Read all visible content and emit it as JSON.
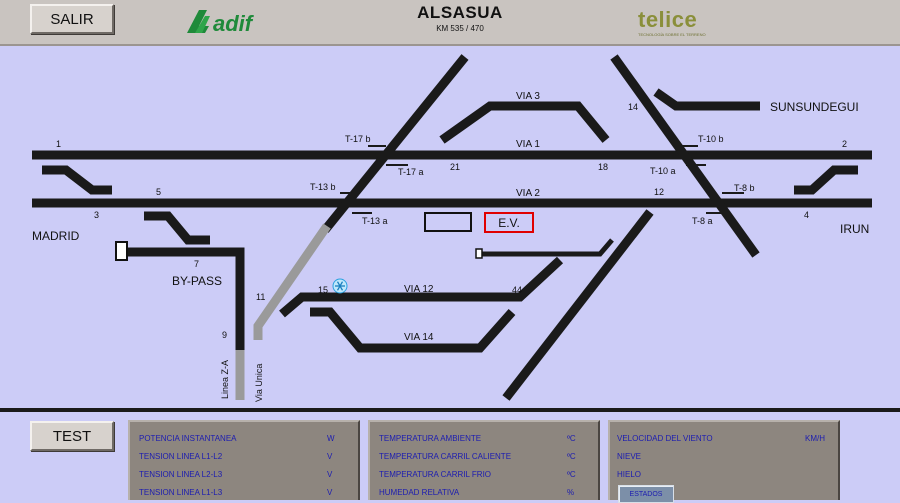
{
  "header": {
    "salir_label": "SALIR",
    "adif_logo_text": "adif",
    "station_name": "ALSASUA",
    "km": "KM 535 / 470",
    "telice_logo_text": "telice",
    "telice_tagline": "TECNOLOGÍA SOBRE EL TERRENO"
  },
  "map": {
    "labels": {
      "via3": "VIA 3",
      "via1": "VIA 1",
      "via2": "VIA 2",
      "via12": "VIA 12",
      "via14": "VIA 14",
      "sunsundegui": "SUNSUNDEGUI",
      "madrid": "MADRID",
      "irun": "IRUN",
      "bypass": "BY-PASS",
      "ev": "E.V.",
      "linea_za": "Linea Z-A",
      "via_unica": "Via Unica",
      "t17b": "T-17 b",
      "t17a": "T-17 a",
      "t13b": "T-13 b",
      "t13a": "T-13 a",
      "t10b": "T-10 b",
      "t10a": "T-10 a",
      "t8b": "T-8 b",
      "t8a": "T-8 a",
      "n1": "1",
      "n2": "2",
      "n3": "3",
      "n4": "4",
      "n5": "5",
      "n7": "7",
      "n9": "9",
      "n11": "11",
      "n12": "12",
      "n14": "14",
      "n15": "15",
      "n18": "18",
      "n21": "21",
      "n44": "44"
    },
    "colors": {
      "track": "#1a1a1a",
      "track_gray": "#9a9a9a",
      "ev_border": "#e00000",
      "snow_icon": "#2aa0e0"
    }
  },
  "bottom": {
    "test_label": "TEST",
    "panel1": [
      {
        "label": "POTENCIA INSTANTANEA",
        "unit": "W"
      },
      {
        "label": "TENSION LINEA L1-L2",
        "unit": "V"
      },
      {
        "label": "TENSION LINEA L2-L3",
        "unit": "V"
      },
      {
        "label": "TENSION LINEA L1-L3",
        "unit": "V"
      }
    ],
    "panel2": [
      {
        "label": "TEMPERATURA AMBIENTE",
        "unit": "ºC"
      },
      {
        "label": "TEMPERATURA CARRIL CALIENTE",
        "unit": "ºC"
      },
      {
        "label": "TEMPERATURA CARRIL FRIO",
        "unit": "ºC"
      },
      {
        "label": "HUMEDAD RELATIVA",
        "unit": "%"
      }
    ],
    "panel3": [
      {
        "label": "VELOCIDAD DEL VIENTO",
        "unit": "KM/H"
      },
      {
        "label": "NIEVE",
        "unit": ""
      },
      {
        "label": "HIELO",
        "unit": ""
      }
    ],
    "estados_label": "ESTADOS"
  }
}
